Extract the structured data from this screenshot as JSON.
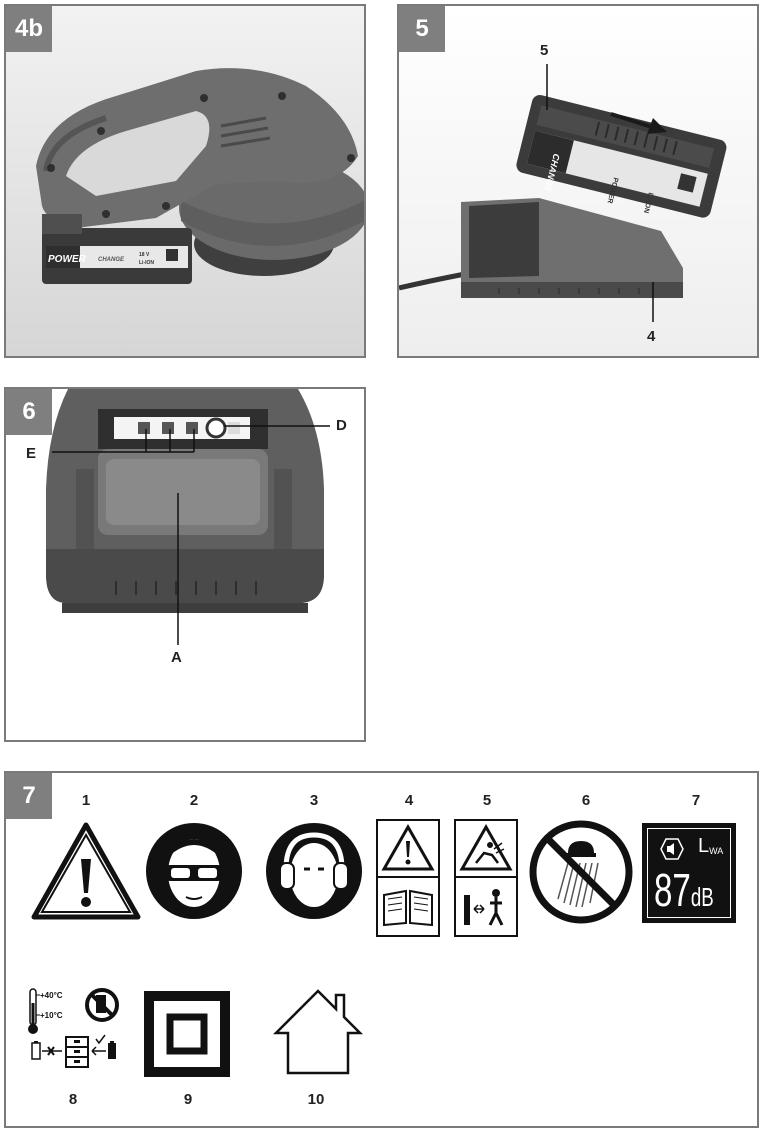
{
  "panels": {
    "p4b": {
      "tag": "4b",
      "battery_brand": "POWER",
      "battery_brand2": "CHANGE",
      "battery_volt": "18 V",
      "battery_type": "Li-ION"
    },
    "p5": {
      "tag": "5",
      "callout_battery": "5",
      "callout_charger": "4",
      "battery_label_change": "CHANGE",
      "battery_label_power": "POWER",
      "battery_label_liion": "Li-ION"
    },
    "p6": {
      "tag": "6",
      "callout_d": "D",
      "callout_e": "E",
      "callout_a": "A"
    },
    "p7": {
      "tag": "7",
      "symbols": [
        {
          "num": "1",
          "icon": "general-warning-icon"
        },
        {
          "num": "2",
          "icon": "eye-protection-icon"
        },
        {
          "num": "3",
          "icon": "ear-protection-icon"
        },
        {
          "num": "4",
          "icon": "read-manual-icon"
        },
        {
          "num": "5",
          "icon": "bystander-distance-icon"
        },
        {
          "num": "6",
          "icon": "no-rain-icon"
        },
        {
          "num": "7",
          "icon": "sound-power-icon"
        },
        {
          "num": "8",
          "icon": "battery-storage-icon"
        },
        {
          "num": "9",
          "icon": "double-insulation-icon"
        },
        {
          "num": "10",
          "icon": "indoor-use-icon"
        }
      ],
      "sound": {
        "label_l": "L",
        "label_sub": "WA",
        "value": "87",
        "unit": "dB"
      },
      "storage": {
        "temp_high": "+40°C",
        "temp_low": "+10°C"
      }
    }
  },
  "colors": {
    "panel_border": "#7a7a7a",
    "tag_bg": "#7f7f7f",
    "device_gray": "#6d6d6d",
    "device_dark": "#3c3c3c"
  }
}
